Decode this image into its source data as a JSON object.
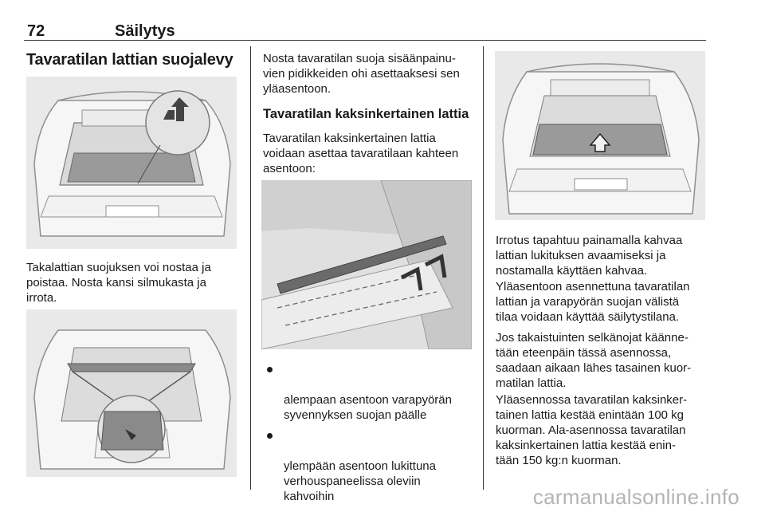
{
  "header": {
    "page_number": "72",
    "chapter": "Säilytys"
  },
  "col1": {
    "title": "Tavaratilan lattian suojalevy",
    "text1": "Takalattian suojuksen voi nostaa ja\npoistaa. Nosta kansi silmukasta ja\nirrota."
  },
  "col2": {
    "text1": "Nosta tavaratilan suoja sisäänpainu-\nvien pidikkeiden ohi asettaaksesi sen\nyläasentoon.",
    "title": "Tavaratilan kaksinkertainen lattia",
    "text2": "Tavaratilan kaksinkertainen lattia\nvoidaan asettaa tavaratilaan kahteen\nasentoon:",
    "bullets": [
      "alempaan asentoon varapyörän\nsyvennyksen suojan päälle",
      "ylempään asentoon lukittuna\nverhouspaneelissa oleviin\nkahvoihin"
    ]
  },
  "col3": {
    "text1": "Irrotus tapahtuu painamalla kahvaa\nlattian lukituksen avaamiseksi ja\nnostamalla käyttäen kahvaa.",
    "text2": "Yläasentoon asennettuna tavaratilan\nlattian ja varapyörän suojan välistä\ntilaa voidaan käyttää säilytystilana.",
    "text3": "Jos takaistuinten selkänojat käänne-\ntään eteenpäin tässä asennossa,\nsaadaan aikaan lähes tasainen kuor-\nmatilan lattia.",
    "text4": "Yläasennossa tavaratilan kaksinker-\ntainen lattia kestää enintään 100 kg\nkuorman. Ala-asennossa tavaratilan\nkaksinkertainen lattia kestää enin-\ntään 150 kg:n kuorman."
  },
  "watermark": "carmanualsonline.info"
}
